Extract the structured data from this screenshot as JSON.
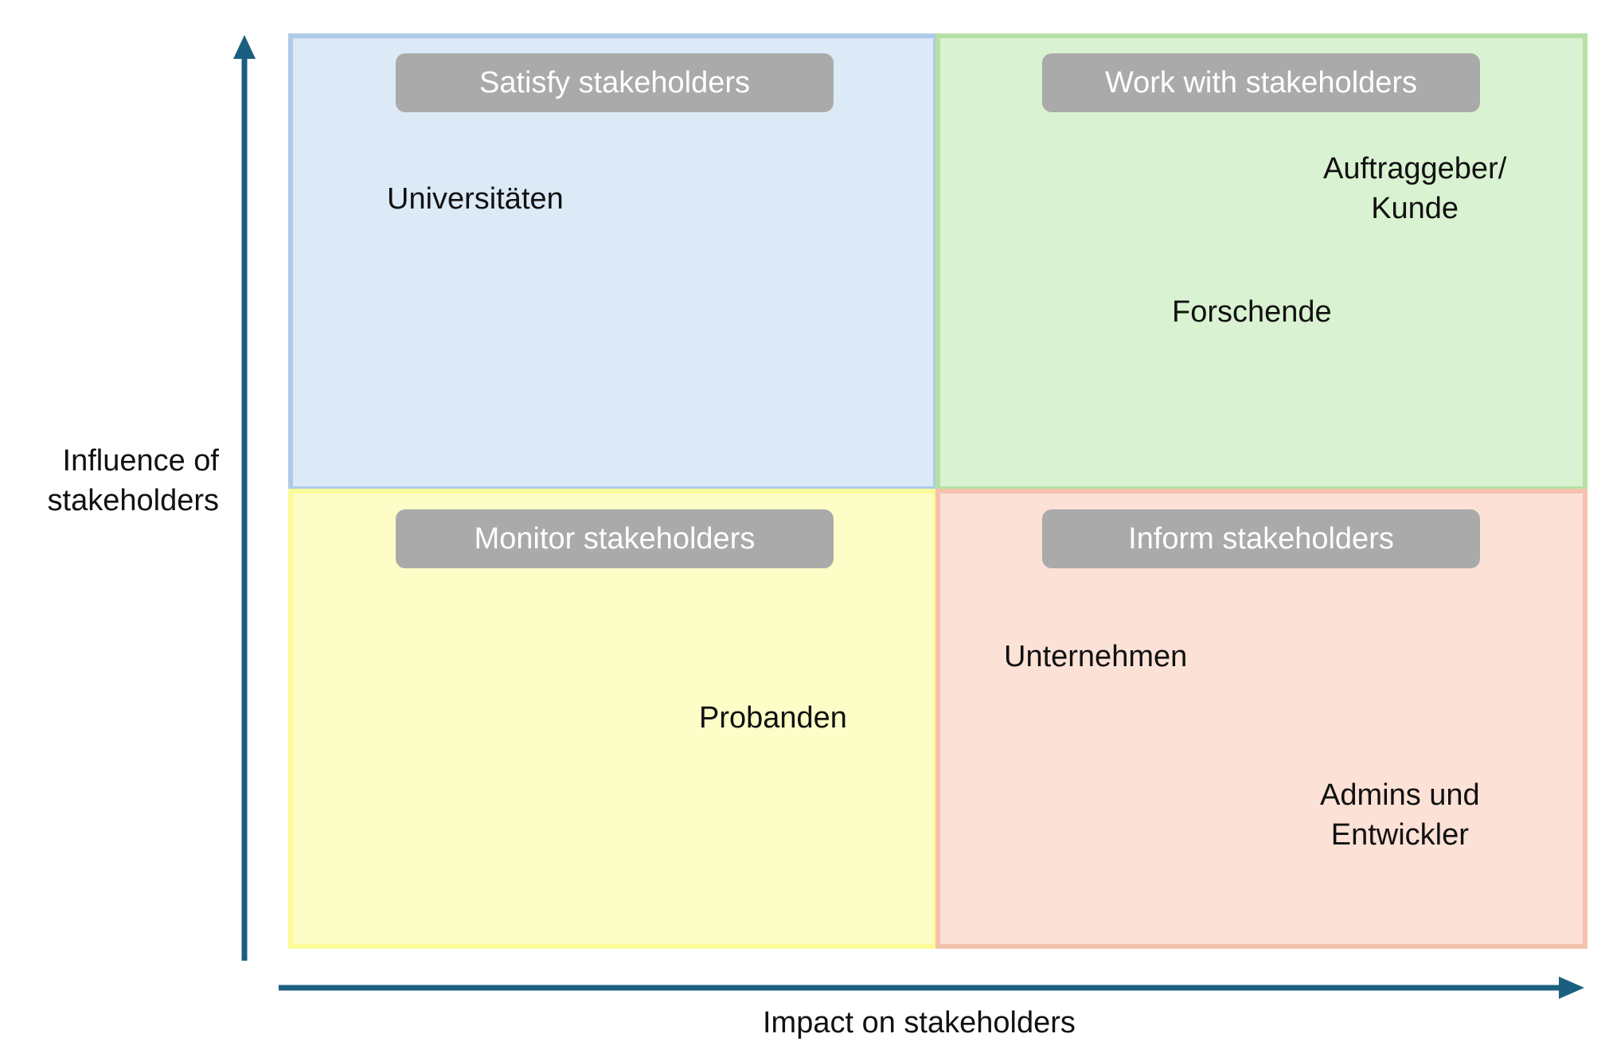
{
  "colors": {
    "axis": "#1b5f80",
    "pill": "#aaaaaa",
    "satisfy_fill": "#dce9f6",
    "satisfy_border": "#aecbe8",
    "work_fill": "#d9f2d1",
    "work_border": "#b6e1a5",
    "monitor_fill": "#fdfdc7",
    "monitor_border": "#fbfb99",
    "inform_fill": "#fbe1d6",
    "inform_border": "#f5c2ad"
  },
  "axes": {
    "y_label": "Influence of\nstakeholders",
    "x_label": "Impact on stakeholders"
  },
  "quadrants": {
    "satisfy": {
      "title": "Satisfy stakeholders"
    },
    "work": {
      "title": "Work with stakeholders"
    },
    "monitor": {
      "title": "Monitor stakeholders"
    },
    "inform": {
      "title": "Inform stakeholders"
    }
  },
  "stakeholders": {
    "universitaeten": "Universitäten",
    "auftraggeber": "Auftraggeber/\nKunde",
    "forschende": "Forschende",
    "unternehmen": "Unternehmen",
    "probanden": "Probanden",
    "admins": "Admins und\nEntwickler"
  }
}
